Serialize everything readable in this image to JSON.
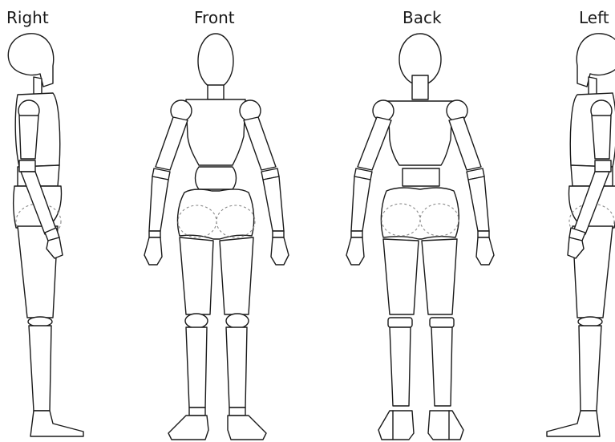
{
  "views": {
    "right": "Right",
    "front": "Front",
    "back": "Back",
    "left": "Left"
  }
}
